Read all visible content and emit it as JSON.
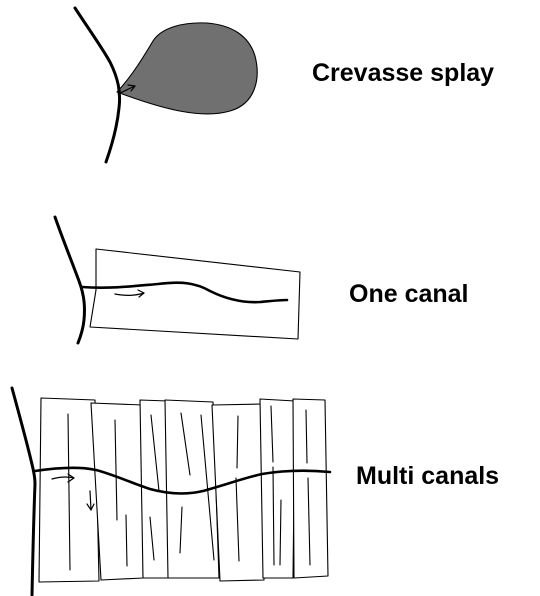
{
  "panels": [
    {
      "id": "crevasse-splay",
      "label": "Crevasse splay"
    },
    {
      "id": "one-canal",
      "label": "One canal"
    },
    {
      "id": "multi-canals",
      "label": "Multi canals"
    }
  ],
  "colors": {
    "splay_fill": "#707070",
    "stroke": "#000000",
    "background": "#ffffff"
  }
}
